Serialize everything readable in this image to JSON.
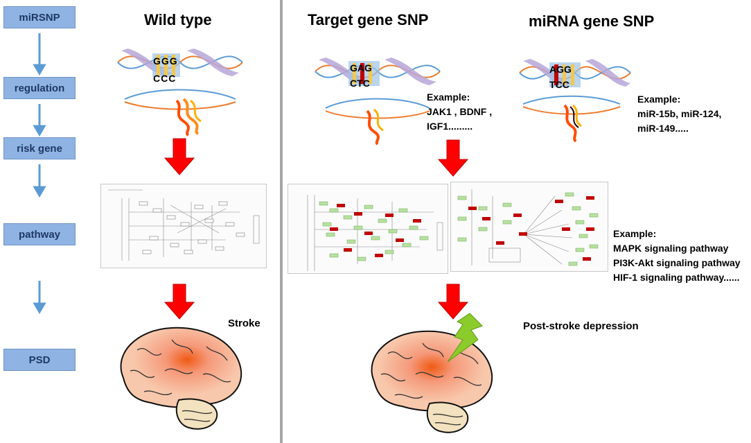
{
  "workflow": {
    "steps": [
      {
        "label": "miRSNP"
      },
      {
        "label": "regulation"
      },
      {
        "label": "risk gene"
      },
      {
        "label": "pathway"
      },
      {
        "label": "PSD"
      }
    ]
  },
  "wild_type": {
    "title": "Wild type",
    "top_bases": "GGG",
    "bottom_bases": "CCC",
    "outcome": "Stroke"
  },
  "target_gene_snp": {
    "title": "Target gene SNP",
    "top_bases": [
      "G",
      "A",
      "G"
    ],
    "bottom_bases": [
      "C",
      "T",
      "C"
    ],
    "example_label": "Example:",
    "example_line1": "JAK1 , BDNF ,",
    "example_line2": "IGF1........."
  },
  "mirna_gene_snp": {
    "title": "miRNA gene SNP",
    "top_bases": [
      "A",
      "G",
      "G"
    ],
    "bottom_bases": [
      "T",
      "C",
      "C"
    ],
    "example_label": "Example:",
    "example_line1": "miR-15b, miR-124,",
    "example_line2": "miR-149....."
  },
  "pathway_examples": {
    "label": "Example:",
    "items": [
      "MAPK signaling pathway",
      "PI3K-Akt signaling pathway",
      "HIF-1 signaling pathway......"
    ]
  },
  "outcome_right": "Post-stroke depression",
  "colors": {
    "step_box": "#8fb4e3",
    "step_arrow": "#5b9bd5",
    "red_arrow": "#ff0000",
    "divider": "#a6a6a6",
    "brain": "#f8c8ac",
    "brain_core": "#f05a14",
    "cerebellum": "#f3e2bf",
    "lightning": "#8ccb2c",
    "dna_blue": "#5b9bd5",
    "dna_orange": "#ed7d31",
    "dna_purple": "#b6a6d8"
  }
}
